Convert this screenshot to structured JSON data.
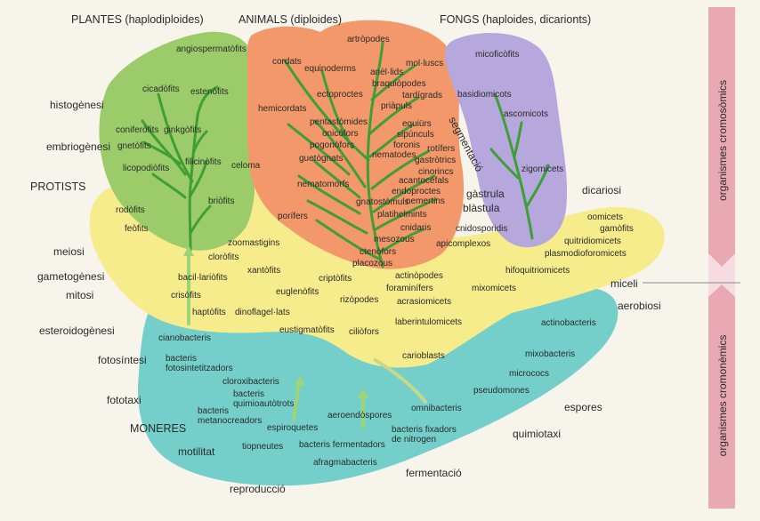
{
  "headings": {
    "plantes": "PLANTES (haplodiploides)",
    "animals": "ANIMALS (diploides)",
    "fongs": "FONGS (haploides, dicarionts)",
    "protists": "PROTISTS",
    "moneres": "MONERES"
  },
  "side_labels": {
    "cromosomics": "organismes cromosòmics",
    "cromonemics": "organismes cromonèmics"
  },
  "processes": {
    "histogenesi": "histogènesi",
    "embriogenesi": "embriogènesi",
    "meiosi": "meiosi",
    "gametogenesi": "gametogènesi",
    "mitosi": "mitosi",
    "esteroidogenesi": "esteroidogènesi",
    "fotosintesi": "fotosíntesi",
    "fototaxi": "fototaxi",
    "motilitat": "motilitat",
    "reproduccio": "reproducció",
    "fermentacio": "fermentació",
    "quimiotaxi": "quimiotaxi",
    "espores": "espores",
    "aerobiosi": "aerobiosi",
    "miceli": "miceli",
    "dicariosi": "dicariosi",
    "gastrula": "gàstrula",
    "blastula": "blàstula",
    "segmentacio": "segmentació",
    "celoma": "celoma"
  },
  "plantes": {
    "angiospermatofits": "angiospermatòfits",
    "cicadofits": "cicadòfits",
    "estenofits": "estenòfits",
    "coniferofits": "coniferòfits",
    "ginkgofits": "ginkgòfits",
    "gnetofits": "gnetòfits",
    "filicinofits": "filicinòfits",
    "licopodiofits": "licopodiòfits",
    "briofits": "briòfits"
  },
  "animals": {
    "artropodes": "artròpodes",
    "cordats": "cordats",
    "equinoderms": "equinoderms",
    "molluscs": "mol·luscs",
    "anelids": "anèl·lids",
    "braquiopodes": "braquiòpodes",
    "tardigrads": "tardígrads",
    "priapuls": "priàpuls",
    "ectoproctes": "ectoproctes",
    "hemicordats": "hemicordats",
    "pentastomides": "pentastòmides",
    "equiurs": "equiürs",
    "onicofors": "onicòfors",
    "sipuncuis": "sipúnculs",
    "pogonofors": "pogonòfors",
    "foronis": "foronis",
    "guetognats": "guetògnats",
    "nematodes": "nematodes",
    "rotifers": "rotífers",
    "gastrotrics": "gastròtrics",
    "cinorincs": "cinorincs",
    "nematomorfs": "nematomorfs",
    "acantocefals": "acantocèfals",
    "endoproctes": "endoproctes",
    "gnatostomuls": "gnatostòmuls",
    "nemertins": "nemertins",
    "platihelmints": "platihelmints",
    "porifers": "porífers",
    "cnidaris": "cnidaris",
    "mesozous": "mesozous",
    "ctenofors": "ctenòfors",
    "placozous": "placozous"
  },
  "fongs": {
    "micoficofits": "micoficòfits",
    "basidiomicots": "basidiomicots",
    "ascomicots": "ascomicots",
    "zigomicets": "zigomicets"
  },
  "protists": {
    "rodofits": "rodòfits",
    "feofits": "feòfits",
    "clorofits": "cloròfits",
    "zoomastigins": "zoomastigins",
    "bacillariofits": "bacil·lariòfits",
    "xantofits": "xantòfits",
    "crisofits": "crisòfits",
    "haptofits": "haptòfits",
    "euglenofits": "euglenòfits",
    "dinoflagellats": "dinoflagel·lats",
    "criptofits": "criptòfits",
    "rizopodes": "rizòpodes",
    "eustigmatofits": "eustigmatòfits",
    "ciliofors": "ciliòfors",
    "cnidosporidis": "cnidosporidis",
    "apicomplexos": "apicomplexos",
    "actinopodes": "actinòpodes",
    "foraminifers": "foraminífers",
    "acrasiomicets": "acrasiomicets",
    "laberintulomicets": "laberintulomicets",
    "mixomicets": "mixomicets",
    "hifoquitriomicets": "hifoquitriomicets",
    "oomicets": "oomicets",
    "gamofits": "gamòfits",
    "quitridiomicets": "quitridiomicets",
    "plasmodioforomicets": "plasmodioforomicets"
  },
  "moneres": {
    "cianobacteris": "cianobacteris",
    "bacteris_fotosintetitzadors_1": "bacteris",
    "bacteris_fotosintetitzadors_2": "fotosintetitzadors",
    "cloroxibacteris": "cloroxibacteris",
    "bacteris_quimio_1": "bacteris",
    "bacteris_quimio_2": "quimioautòtrots",
    "bacteris_metano_1": "bacteris",
    "bacteris_metano_2": "metanocreadors",
    "espiroquetes": "espiroquetes",
    "tiopneutes": "tiopneutes",
    "aeroendospores": "aeroendòspores",
    "bacteris_fermentadors": "bacteris fermentadors",
    "aframabacteris": "afragmabacteris",
    "omnibacteris": "omnibacteris",
    "bacteris_fixadors_1": "bacteris fixadors",
    "bacteris_fixadors_2": "de nitrogen",
    "carioblasts": "carioblasts",
    "actinobacteris": "actinobacteris",
    "mixobacteris": "mixobacteris",
    "micrococs": "micrococs",
    "pseudomones": "pseudomones"
  },
  "colors": {
    "plantes": "#9ccc6a",
    "animals": "#f2986a",
    "fongs": "#b6a8dc",
    "protists": "#f6ec8c",
    "moneres": "#74cfcb",
    "tree": "#3f9e35",
    "side_bar": "#e8a8b4",
    "side_bg": "#f6dce2",
    "background": "#f7f4ec"
  }
}
